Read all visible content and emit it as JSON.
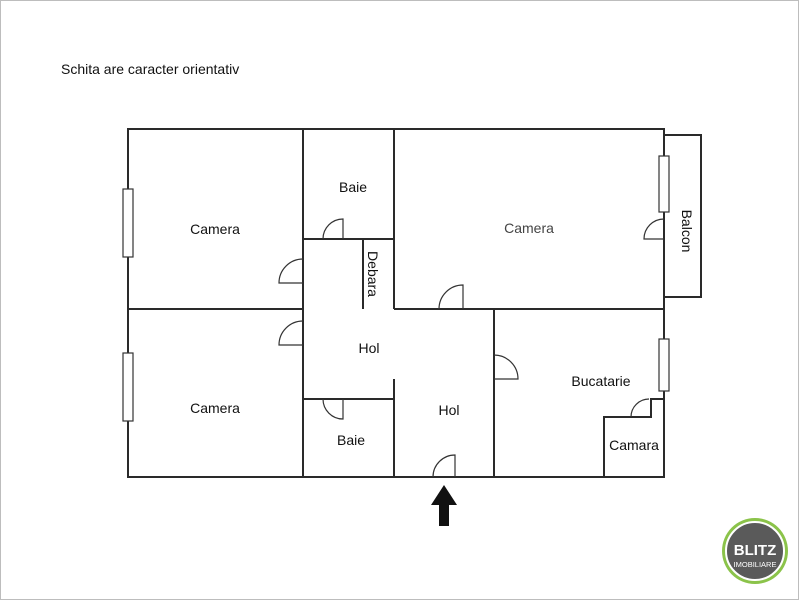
{
  "note": "Schita are caracter orientativ",
  "rooms": {
    "camera_top_left": "Camera",
    "baie_top": "Baie",
    "debara": "Debara",
    "camera_top_right": "Camera",
    "balcon": "Balcon",
    "hol_left": "Hol",
    "camera_bottom_left": "Camera",
    "baie_bottom": "Baie",
    "hol_right": "Hol",
    "bucatarie": "Bucatarie",
    "camara": "Camara"
  },
  "logo": {
    "brand": "BLITZ",
    "sub": "IMOBILIARE",
    "ring_color": "#8bc34a",
    "disc_color": "#555555"
  },
  "entrance_arrow_icon": "arrow-up-icon"
}
